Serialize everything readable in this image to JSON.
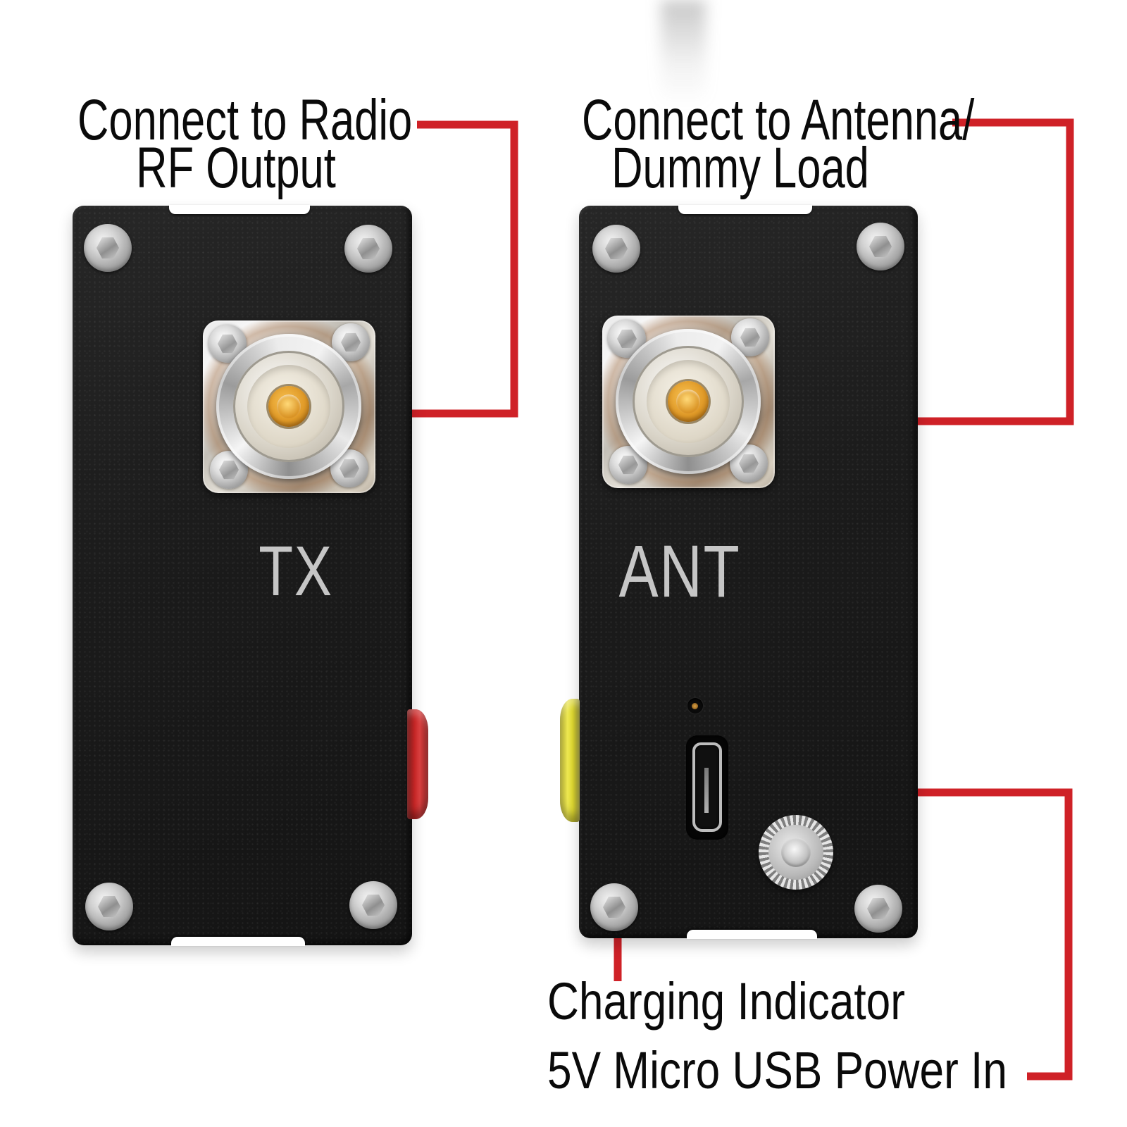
{
  "callout_labels": {
    "radio_rf": {
      "line1": "Connect to Radio",
      "line2": "RF Output"
    },
    "antenna": {
      "line1": "Connect to Antenna/",
      "line2": "Dummy Load"
    },
    "charging": {
      "text": "Charging Indicator"
    },
    "usb_power": {
      "text": "5V Micro USB Power In"
    }
  },
  "devices": {
    "tx_unit": {
      "engraving": "TX"
    },
    "ant_unit": {
      "engraving": "ANT"
    }
  },
  "colors": {
    "page_bg": "#ffffff",
    "callout_red": "#cf2127",
    "case_black": "#1c1c1c",
    "engraving_gray": "#c6c6c6",
    "label_black": "#0a0a0a",
    "button_red": "#c62626",
    "button_yellow": "#d8d22e",
    "pin_gold": "#e09a28"
  }
}
